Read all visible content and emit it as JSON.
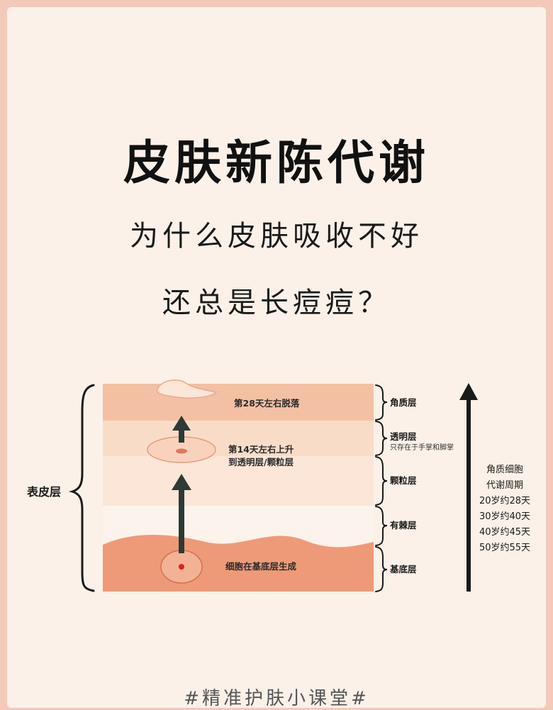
{
  "header": {
    "title": "皮肤新陈代谢",
    "subtitle_line1": "为什么皮肤吸收不好",
    "subtitle_line2": "还总是长痘痘？"
  },
  "diagram": {
    "epidermis_label": "表皮层",
    "layers": [
      {
        "name": "角质层",
        "note": ""
      },
      {
        "name": "透明层",
        "note": "只存在于手掌和脚掌"
      },
      {
        "name": "颗粒层",
        "note": ""
      },
      {
        "name": "有棘层",
        "note": ""
      },
      {
        "name": "基底层",
        "note": ""
      }
    ],
    "stages": {
      "day28": "第28天左右脱落",
      "day14_line1": "第14天左右上升",
      "day14_line2": "到透明层/颗粒层",
      "origin": "细胞在基底层生成"
    },
    "cycle": {
      "title_line1": "角质细胞",
      "title_line2": "代谢周期",
      "rows": [
        "20岁约28天",
        "30岁约40天",
        "40岁约45天",
        "50岁约55天"
      ]
    },
    "colors": {
      "stratum_corneum": "#f4c0a4",
      "stratum_lucidum": "#f9dcc8",
      "stratum_granulosum": "#fbe6d8",
      "stratum_spinosum": "#fcf3ec",
      "stratum_basale": "#ee9a78",
      "arrow": "#2d3a35"
    }
  },
  "footer": {
    "hashtag": "#精准护肤小课堂#"
  }
}
